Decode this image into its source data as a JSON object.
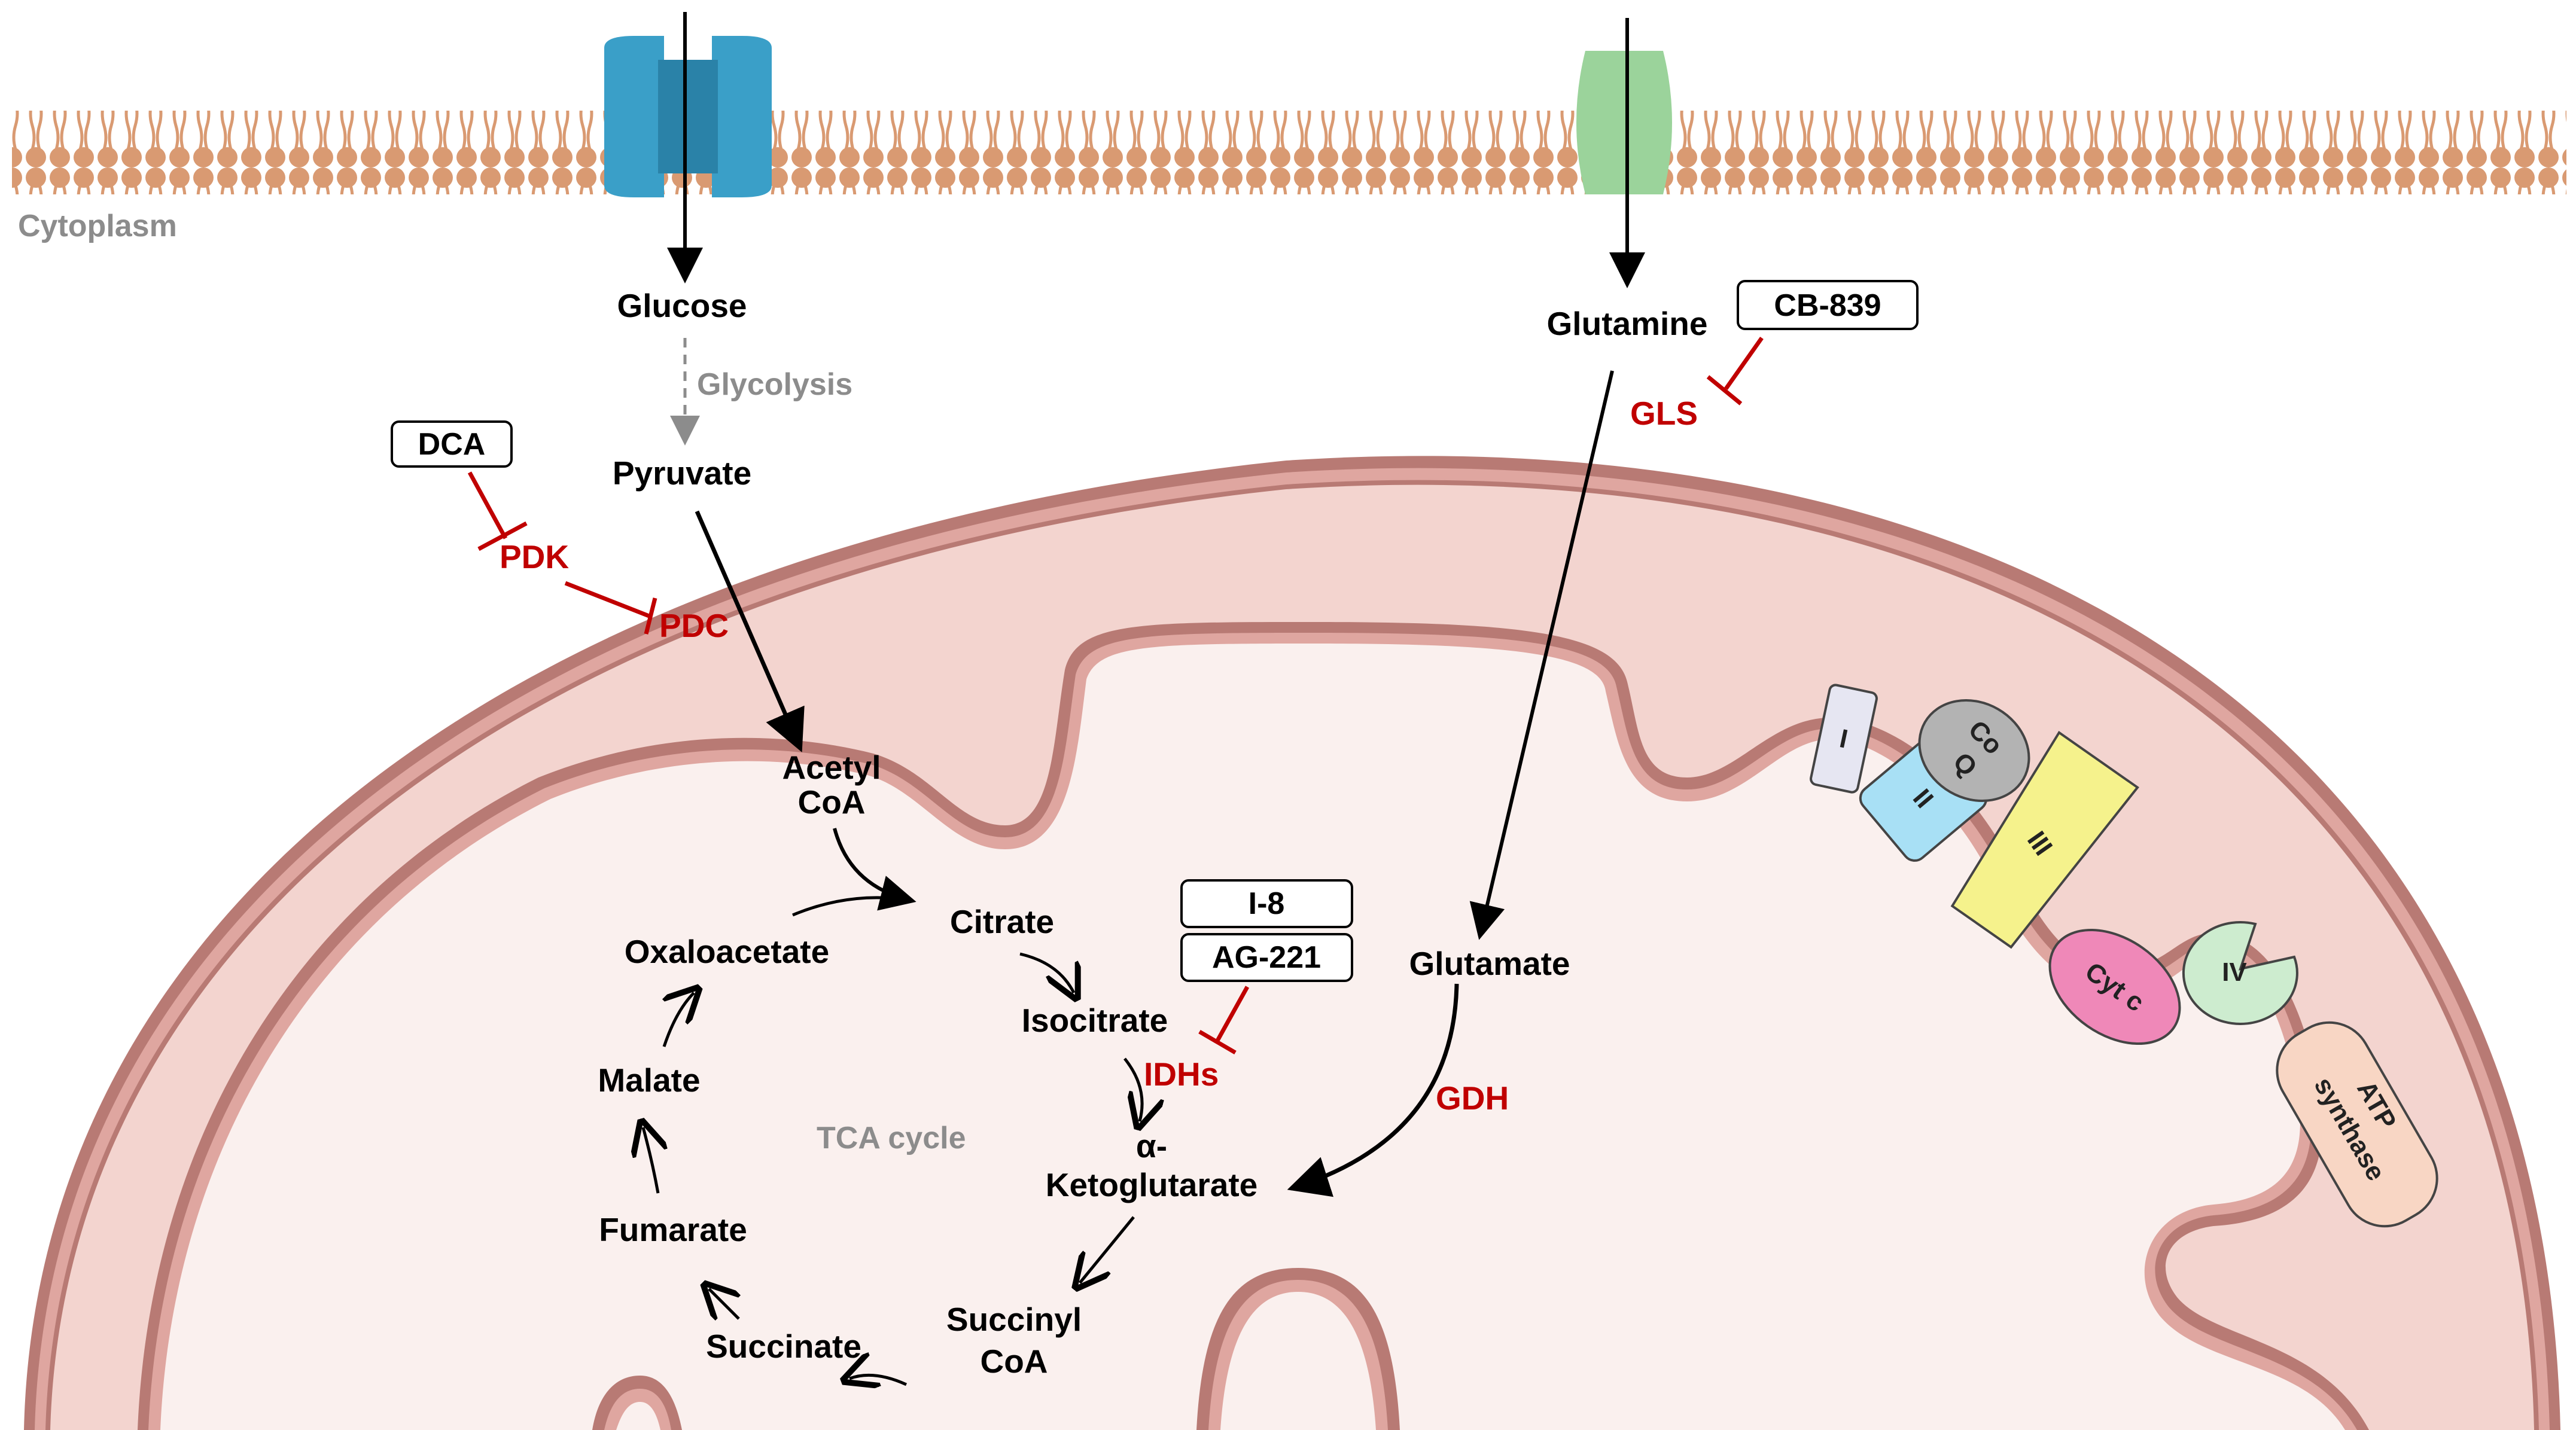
{
  "colors": {
    "membrane": "#d99a72",
    "membrane_line": "#c07a55",
    "mito_outer": "#b87a74",
    "mito_band": "#dfa6a0",
    "intermembrane": "#f3d4cf",
    "matrix": "#faf0ee",
    "inhibitor": "#c00000",
    "glucose_transporter": "#3a9fc8",
    "glutamine_transporter": "#9bd39b",
    "complex_I": "#e6e6f2",
    "complex_II": "#a8e0f5",
    "coq": "#b3b3b3",
    "complex_III": "#f5f28c",
    "cytc": "#ef88b8",
    "complex_IV": "#cdeccf",
    "atp_synthase": "#f8d6c4"
  },
  "regions": {
    "cytoplasm": "Cytoplasm",
    "tca_cycle": "TCA cycle"
  },
  "metabolites": {
    "glucose": "Glucose",
    "glycolysis": "Glycolysis",
    "pyruvate": "Pyruvate",
    "acetyl_coa_1": "Acetyl",
    "acetyl_coa_2": "CoA",
    "citrate": "Citrate",
    "isocitrate": "Isocitrate",
    "akg_1": "α-",
    "akg_2": "Ketoglutarate",
    "succinyl_coa_1": "Succinyl",
    "succinyl_coa_2": "CoA",
    "succinate": "Succinate",
    "fumarate": "Fumarate",
    "malate": "Malate",
    "oxaloacetate": "Oxaloacetate",
    "glutamine": "Glutamine",
    "glutamate": "Glutamate"
  },
  "enzymes": {
    "pdk": "PDK",
    "pdc": "PDC",
    "gls": "GLS",
    "idhs": "IDHs",
    "gdh": "GDH"
  },
  "drugs": {
    "dca": "DCA",
    "cb839": "CB-839",
    "i8": "I-8",
    "ag221": "AG-221"
  },
  "etc": {
    "complex_I": "I",
    "complex_II": "II",
    "coq_1": "Co",
    "coq_2": "Q",
    "complex_III": "III",
    "cytc": "Cyt c",
    "complex_IV": "IV",
    "atp_1": "ATP",
    "atp_2": "synthase"
  }
}
